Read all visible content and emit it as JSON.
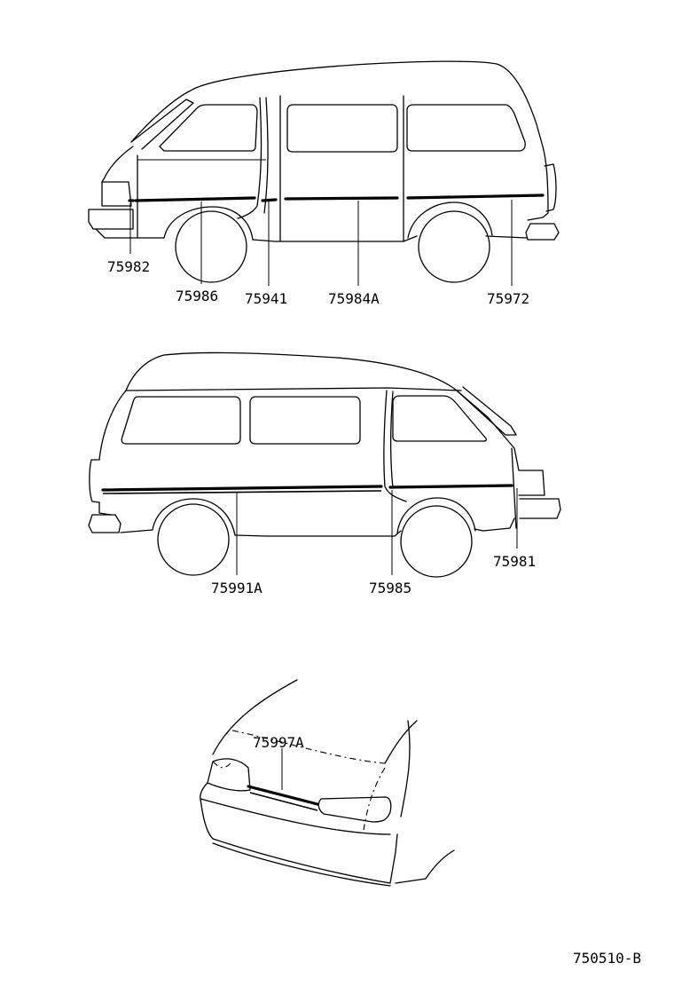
{
  "parts": {
    "p75982": "75982",
    "p75986": "75986",
    "p75941": "75941",
    "p75984A": "75984A",
    "p75972": "75972",
    "p75991A": "75991A",
    "p75985": "75985",
    "p75981": "75981",
    "p75997A": "75997A"
  },
  "diagram_code": "750510-B"
}
